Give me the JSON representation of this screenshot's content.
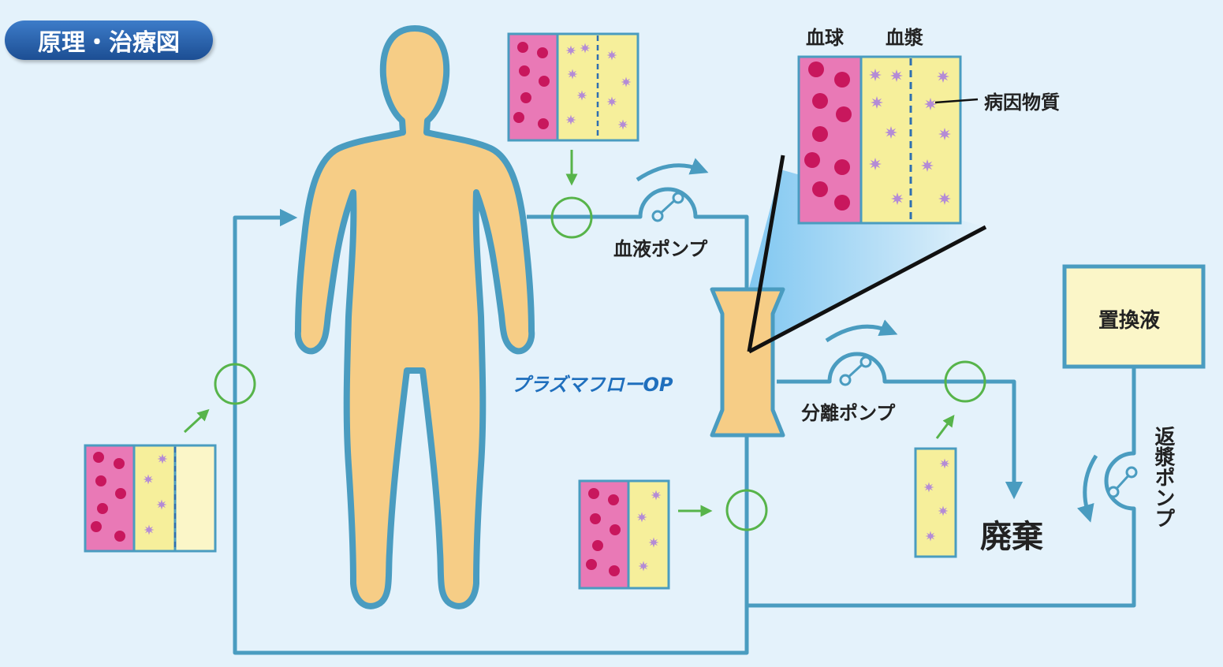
{
  "title": "原理・治療図",
  "labels": {
    "blood_cells": "血球",
    "plasma": "血漿",
    "pathogenic_substance": "病因物質",
    "blood_pump": "血液ポンプ",
    "device": "プラズマフローOP",
    "separation_pump": "分離ポンプ",
    "disposal": "廃棄",
    "replacement_fluid": "置換液",
    "return_plasma_pump": "返漿ポンプ"
  },
  "colors": {
    "background": "#e4f2fb",
    "tube": "#4a9cc0",
    "body_fill": "#f6cd86",
    "cell_panel": "#e979b6",
    "cell_dot": "#c8175d",
    "plasma_panel": "#f6ef9b",
    "clear_panel": "#fbf6c8",
    "pathogen_star": "#b48bd6",
    "flow_arrow": "#57b44a",
    "device_label": "#1f6fbd",
    "title_badge": "#2a62ae"
  }
}
